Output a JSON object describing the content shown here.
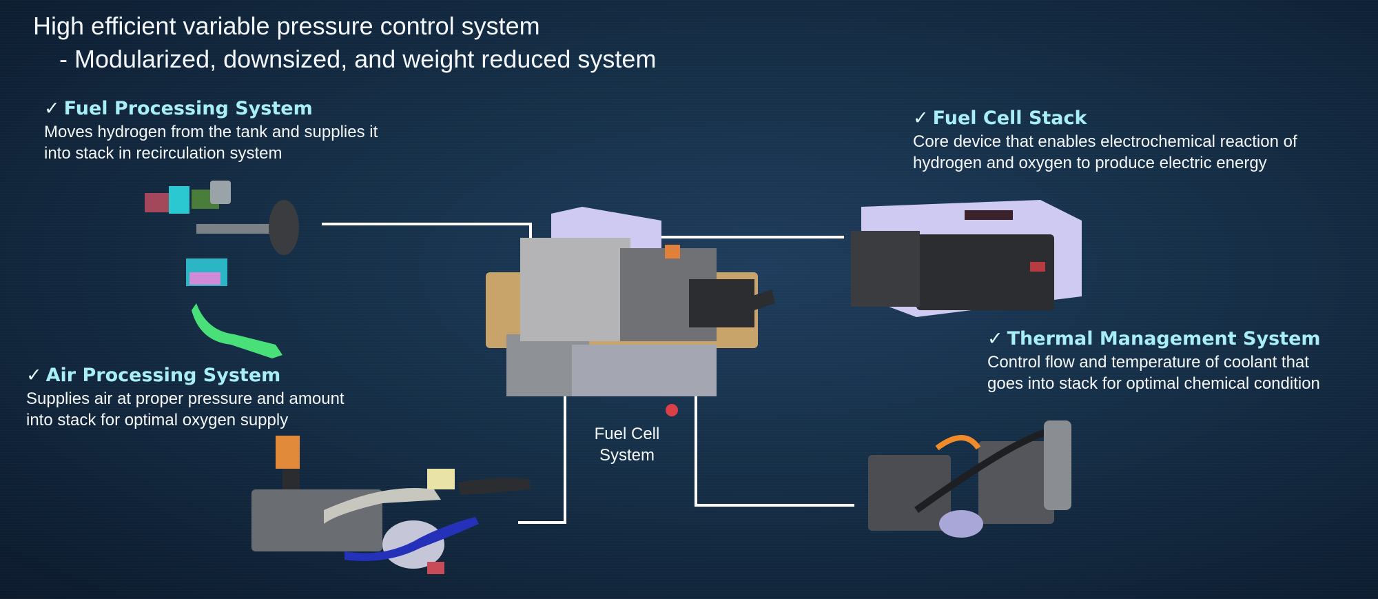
{
  "header": {
    "title": "High efficient variable pressure control system",
    "subtitle": "- Modularized, downsized, and weight reduced system"
  },
  "center": {
    "label_line1": "Fuel Cell",
    "label_line2": "System"
  },
  "components": {
    "fuel_processing": {
      "check": "✓",
      "title": "Fuel Processing System",
      "desc_line1": "Moves hydrogen from the tank and supplies it",
      "desc_line2": "into stack in recirculation system"
    },
    "air_processing": {
      "check": "✓",
      "title": "Air Processing System",
      "desc_line1": "Supplies air at proper pressure and amount",
      "desc_line2": "into stack for optimal oxygen supply"
    },
    "fuel_cell_stack": {
      "check": "✓",
      "title": "Fuel Cell Stack",
      "desc_line1": "Core device that enables electrochemical reaction of",
      "desc_line2": "hydrogen and oxygen to produce electric energy"
    },
    "thermal_management": {
      "check": "✓",
      "title": "Thermal Management System",
      "desc_line1": "Control flow and temperature of coolant that",
      "desc_line2": "goes into stack for optimal chemical condition"
    }
  },
  "colors": {
    "background": "#163049",
    "title_accent": "#a8eef7",
    "connector": "#ffffff",
    "stack_body": "#c9c6f2",
    "frame": "#c9a46a"
  }
}
